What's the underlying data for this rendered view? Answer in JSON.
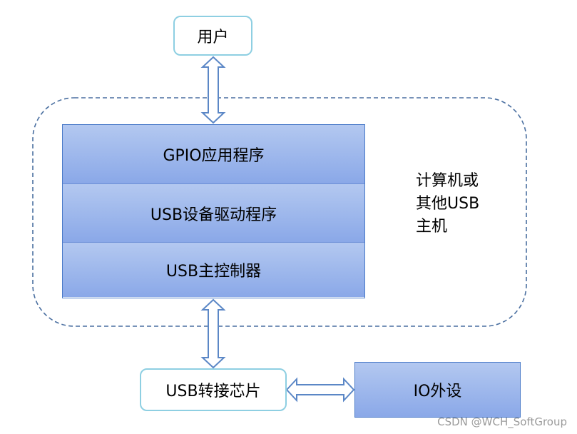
{
  "nodes": {
    "user": "用户",
    "gpio_app": "GPIO应用程序",
    "usb_driver": "USB设备驱动程序",
    "usb_host_controller": "USB主控制器",
    "usb_bridge_chip": "USB转接芯片",
    "io_peripheral": "IO外设"
  },
  "group_label": [
    "计算机或",
    "其他USB",
    "主机"
  ],
  "edges": [
    {
      "from": "user",
      "to": "gpio_app",
      "style": "double-arrow"
    },
    {
      "from": "usb_host_controller",
      "to": "usb_bridge_chip",
      "style": "double-arrow"
    },
    {
      "from": "usb_bridge_chip",
      "to": "io_peripheral",
      "style": "double-arrow"
    }
  ],
  "watermark": "CSDN @WCH_SoftGroup",
  "colors": {
    "rounded_border": "#8ecfe2",
    "block_fill_top": "#b3c8f0",
    "block_fill_bottom": "#8aa8e8",
    "block_border": "#4a7ac8",
    "group_border": "#4a6fa0",
    "arrow_stroke": "#5b87c6"
  }
}
